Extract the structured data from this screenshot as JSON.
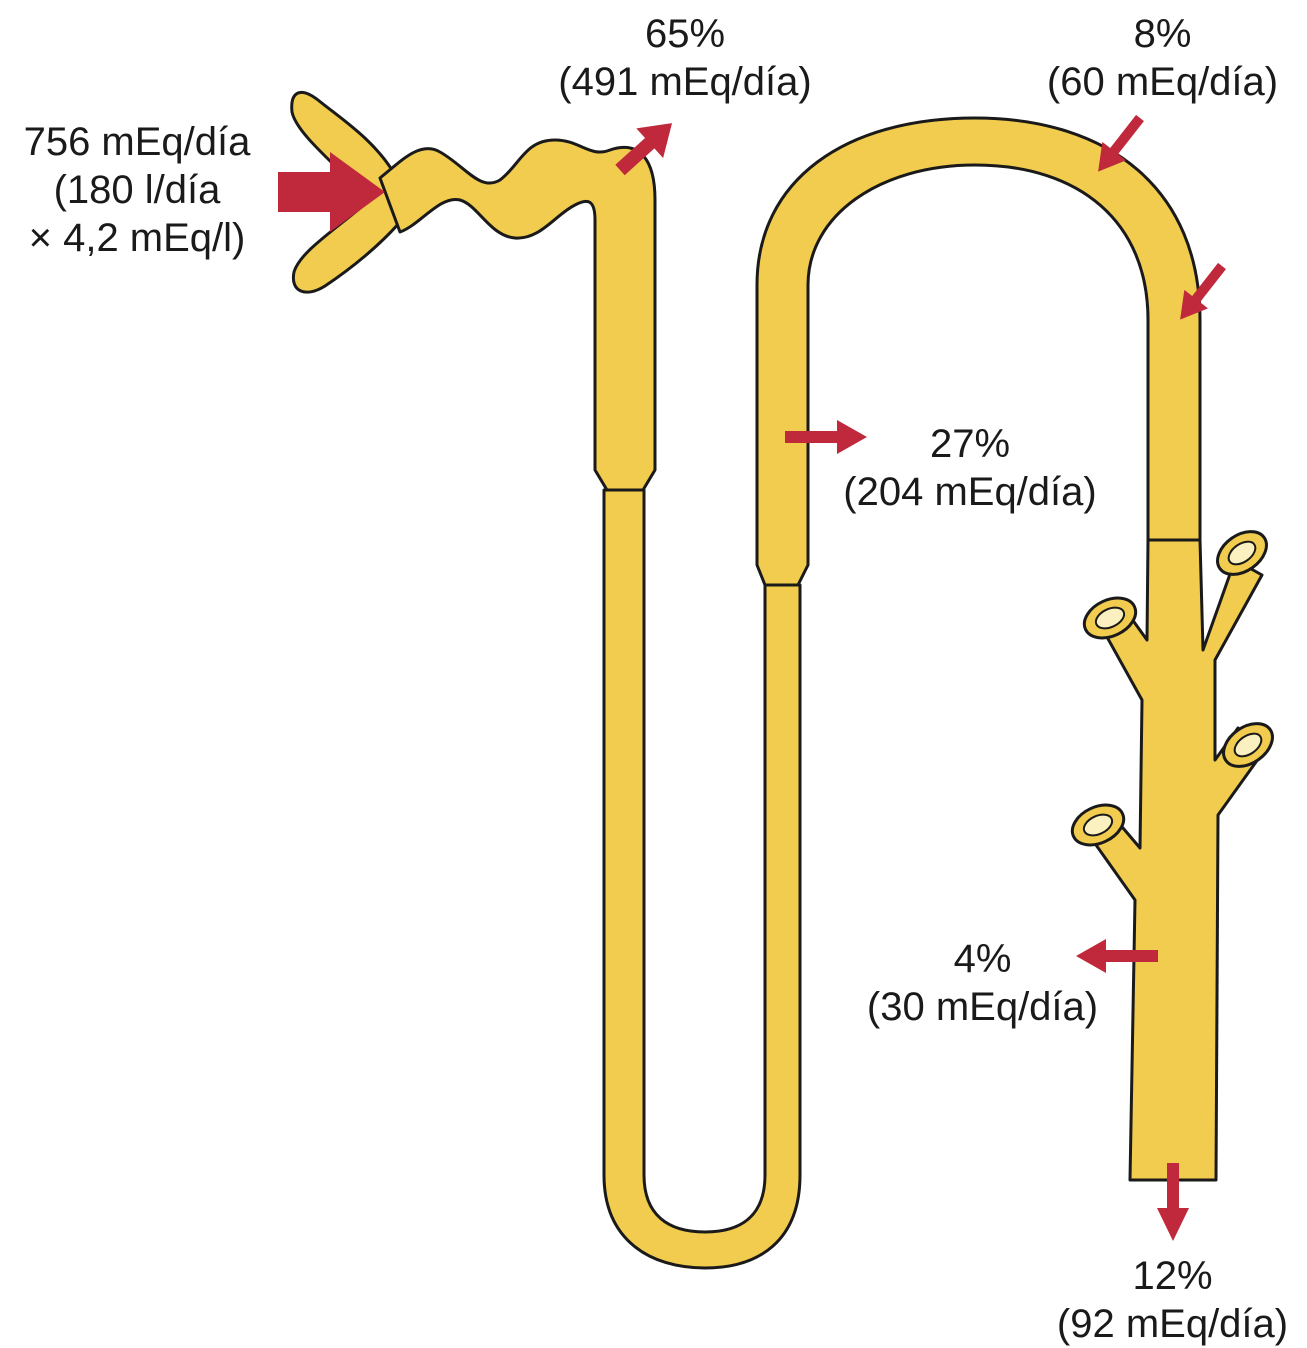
{
  "colors": {
    "tubule": "#f2cc4f",
    "outline": "#1a1a1a",
    "arrow": "#c0293b",
    "lumen": "#faf0c0"
  },
  "labels": {
    "filtered": {
      "line1": "756 mEq/día",
      "line2": "(180 l/día",
      "line3": "× 4,2 mEq/l)"
    },
    "proximal": {
      "percent": "65%",
      "amount": "(491 mEq/día)"
    },
    "loop": {
      "percent": "27%",
      "amount": "(204 mEq/día)"
    },
    "distal": {
      "percent": "8%",
      "amount": "(60 mEq/día)"
    },
    "collecting": {
      "percent": "4%",
      "amount": "(30 mEq/día)"
    },
    "excreted": {
      "percent": "12%",
      "amount": "(92 mEq/día)"
    }
  }
}
